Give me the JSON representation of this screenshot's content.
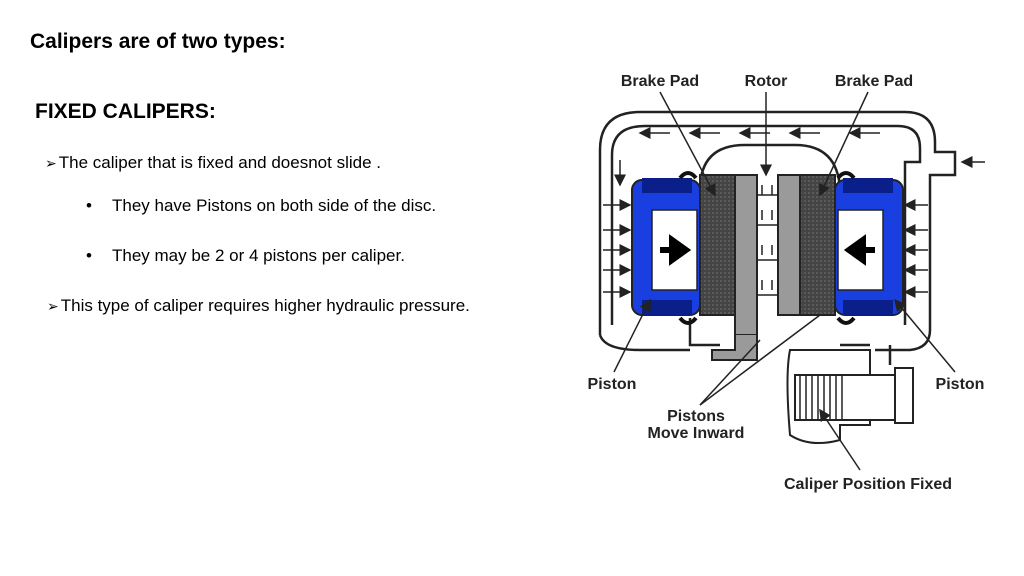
{
  "slide": {
    "title": "Calipers are of two types:",
    "section_heading": "FIXED CALIPERS:",
    "bullet_1": "The caliper that is fixed and doesnot slide .",
    "sub_bullets": [
      "They have Pistons on both side of the disc.",
      "They may be 2 or 4 pistons per caliper."
    ],
    "bullet_2": "This type of caliper requires higher hydraulic pressure.",
    "arrow_marker": "➢",
    "dot_marker": "•"
  },
  "diagram": {
    "labels": {
      "brake_pad_left": "Brake Pad",
      "rotor": "Rotor",
      "brake_pad_right": "Brake Pad",
      "piston_left": "Piston",
      "piston_right": "Piston",
      "pistons_move_line1": "Pistons",
      "pistons_move_line2": "Move Inward",
      "caliper_position_fixed": "Caliper Position Fixed"
    },
    "colors": {
      "piston_blue": "#1a3fe0",
      "piston_dark": "#0b1f8a",
      "pad_dark": "#3a3a3a",
      "rotor_grey": "#9a9a9a"
    }
  }
}
